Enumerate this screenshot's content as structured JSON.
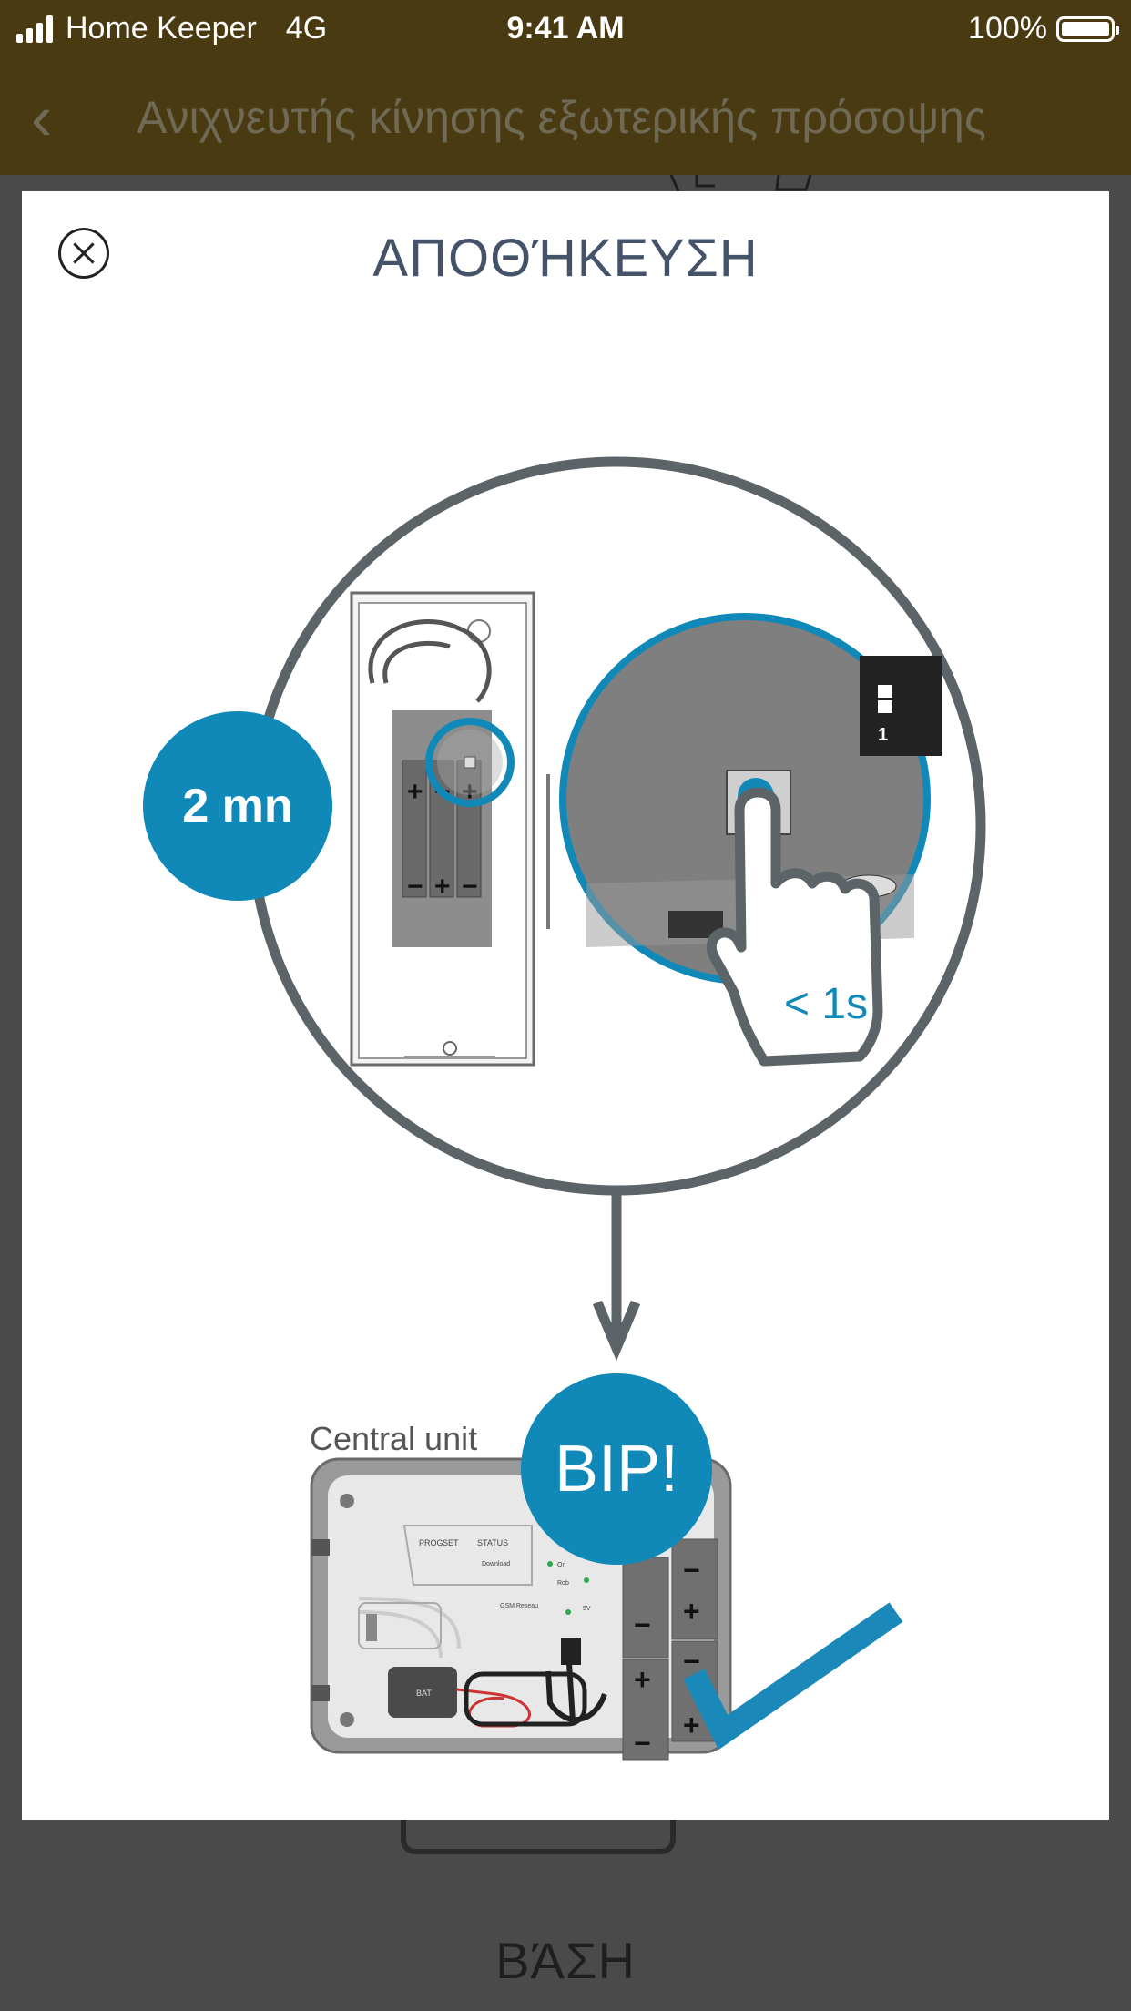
{
  "status_bar": {
    "carrier": "Home Keeper",
    "network": "4G",
    "time": "9:41 AM",
    "battery": "100%"
  },
  "nav": {
    "back_icon": "chevron-left-icon",
    "title": "Ανιχνευτής κίνησης εξωτερικής πρόσοψης"
  },
  "modal": {
    "close_icon": "close-circle-icon",
    "title": "ΑΠΟΘΉΚΕΥΣΗ",
    "illustration": {
      "duration_badge": "2 mn",
      "press_time": "< 1s",
      "central_unit_label": "Central unit",
      "beep_badge": "BIP!",
      "battery_plus": "+",
      "battery_minus": "−",
      "switch_number": "1",
      "panel_labels": [
        "PROG",
        "SET",
        "STATUS",
        "Download",
        "GSM Reseau",
        "On",
        "Rob",
        "5V",
        "BAT"
      ]
    },
    "colors": {
      "accent_blue": "#1089b9",
      "outline_gray": "#5c6468",
      "check_blue": "#1a89b9"
    }
  },
  "bottom": {
    "label": "ΒΆΣΗ"
  }
}
